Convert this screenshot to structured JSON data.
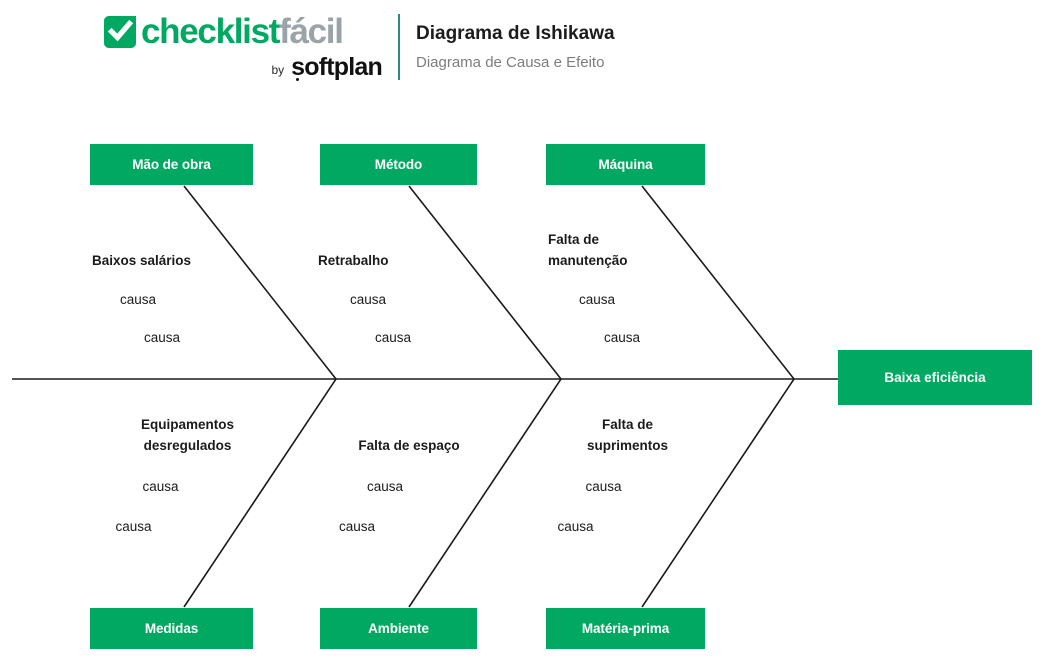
{
  "header": {
    "brand": {
      "icon": "checkbox-check-icon",
      "word_part1": "checklist",
      "word_part2": "fácil",
      "by_label": "by",
      "parent_brand": "şoftplan"
    },
    "title": "Diagrama de Ishikawa",
    "subtitle": "Diagrama de Causa e Efeito"
  },
  "theme": {
    "green": "#00a862",
    "line": "#1b1b1b",
    "title_color": "#1c1c1c",
    "subtitle_color": "#7d7d7d",
    "divider_color": "#2e8d7a"
  },
  "diagram": {
    "type": "ishikawa-fishbone",
    "effect": {
      "label": "Baixa eficiência"
    },
    "categories": [
      {
        "id": "mao-de-obra",
        "label": "Mão de obra",
        "position": "top",
        "column": 1,
        "primary_cause": "Baixos salários",
        "causes": [
          "causa",
          "causa"
        ]
      },
      {
        "id": "metodo",
        "label": "Método",
        "position": "top",
        "column": 2,
        "primary_cause": "Retrabalho",
        "causes": [
          "causa",
          "causa"
        ]
      },
      {
        "id": "maquina",
        "label": "Máquina",
        "position": "top",
        "column": 3,
        "primary_cause": "Falta de\nmanutenção",
        "causes": [
          "causa",
          "causa"
        ]
      },
      {
        "id": "medidas",
        "label": "Medidas",
        "position": "bottom",
        "column": 1,
        "primary_cause": "Equipamentos\ndesregulados",
        "causes": [
          "causa",
          "causa"
        ]
      },
      {
        "id": "ambiente",
        "label": "Ambiente",
        "position": "bottom",
        "column": 2,
        "primary_cause": "Falta de espaço",
        "causes": [
          "causa",
          "causa"
        ]
      },
      {
        "id": "materia-prima",
        "label": "Matéria-prima",
        "position": "bottom",
        "column": 3,
        "primary_cause": "Falta de\nsuprimentos",
        "causes": [
          "causa",
          "causa"
        ]
      }
    ]
  }
}
